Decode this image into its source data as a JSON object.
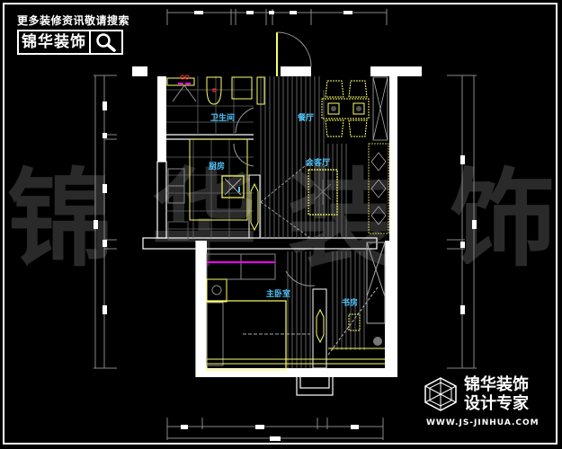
{
  "header": {
    "tagline": "更多装修资讯敬请搜索",
    "search_brand": "锦华装饰",
    "search_icon": "search-icon"
  },
  "watermark": {
    "chars": [
      "锦",
      "华",
      "装",
      "饰"
    ]
  },
  "rooms": {
    "bathroom": "卫生间",
    "dining": "餐厅",
    "kitchen": "厨房",
    "living": "会客厅",
    "master_bedroom": "主卧室",
    "study": "书房"
  },
  "logo": {
    "line1": "锦华装饰",
    "line2": "设计专家",
    "url": "WWW.JS-JINHUA.COM",
    "icon": "cube-logo-icon"
  },
  "colors": {
    "background": "#000000",
    "wall": "#ffffff",
    "furniture": "#ffff66",
    "grid": "#888888",
    "label": "#4fc3f7",
    "accent": "#ff00ff",
    "dimension_tick": "#ff3333"
  }
}
